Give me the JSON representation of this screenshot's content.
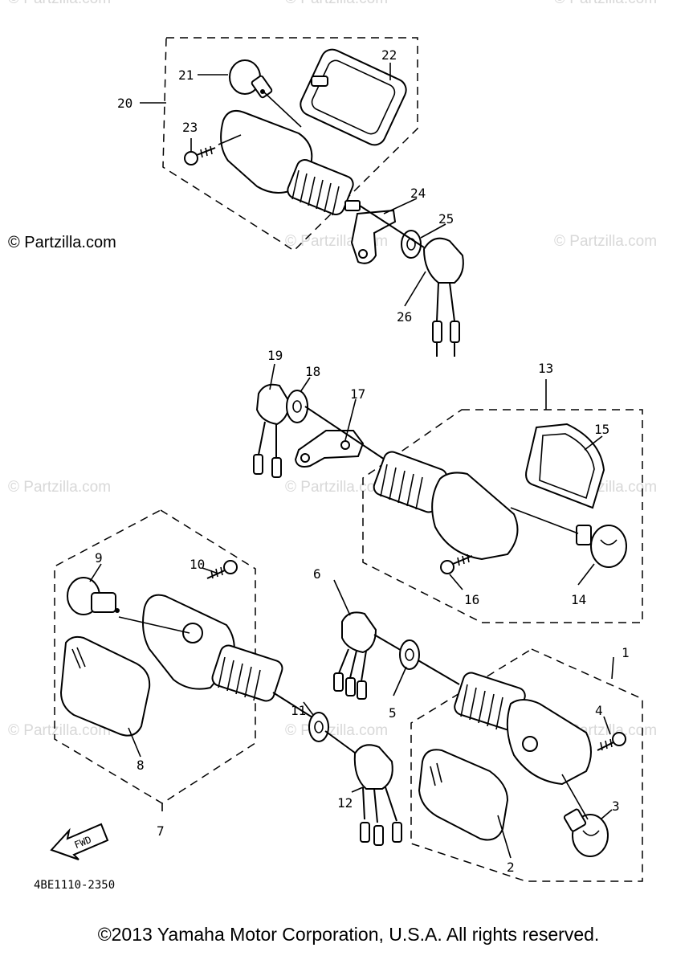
{
  "watermark": "© Partzilla.com",
  "diagram_code": "4BE1110-2350",
  "fwd_label": "FWD",
  "copyright": "©2013 Yamaha Motor Corporation, U.S.A. All rights reserved.",
  "callouts": [
    "1",
    "2",
    "3",
    "4",
    "5",
    "6",
    "7",
    "8",
    "9",
    "10",
    "11",
    "12",
    "13",
    "14",
    "15",
    "16",
    "17",
    "18",
    "19",
    "20",
    "21",
    "22",
    "23",
    "24",
    "25",
    "26"
  ]
}
